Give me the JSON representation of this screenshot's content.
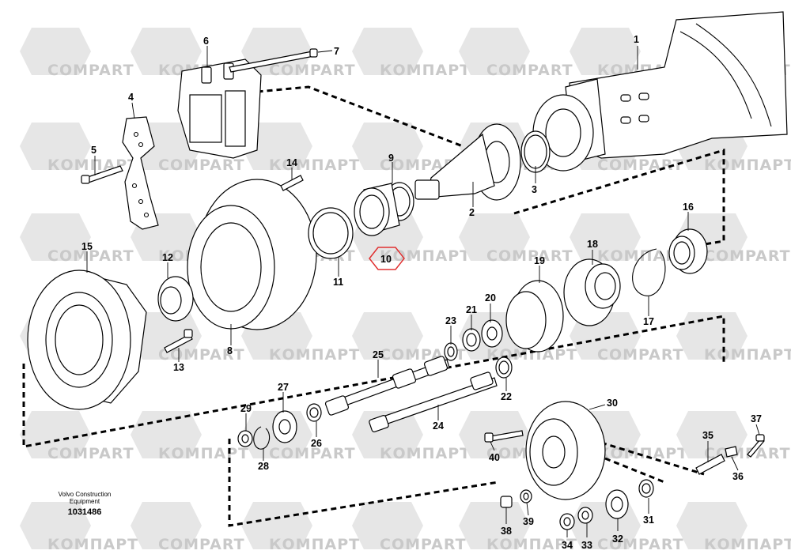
{
  "watermarks": {
    "latin": "COMPART",
    "cyrillic": "КОМПАРТ"
  },
  "caption": {
    "line1": "Volvo Construction",
    "line2": "Equipment",
    "code": "1031486"
  },
  "callouts": [
    "1",
    "2",
    "3",
    "4",
    "5",
    "6",
    "7",
    "8",
    "9",
    "10",
    "11",
    "12",
    "13",
    "14",
    "15",
    "16",
    "17",
    "18",
    "19",
    "20",
    "21",
    "22",
    "23",
    "24",
    "25",
    "26",
    "27",
    "28",
    "29",
    "30",
    "31",
    "32",
    "33",
    "34",
    "35",
    "36",
    "37",
    "38",
    "39",
    "40"
  ],
  "highlighted_callout": "10",
  "colors": {
    "highlight": "#e03030",
    "watermark": "#c9c9c9",
    "line": "#000000"
  }
}
